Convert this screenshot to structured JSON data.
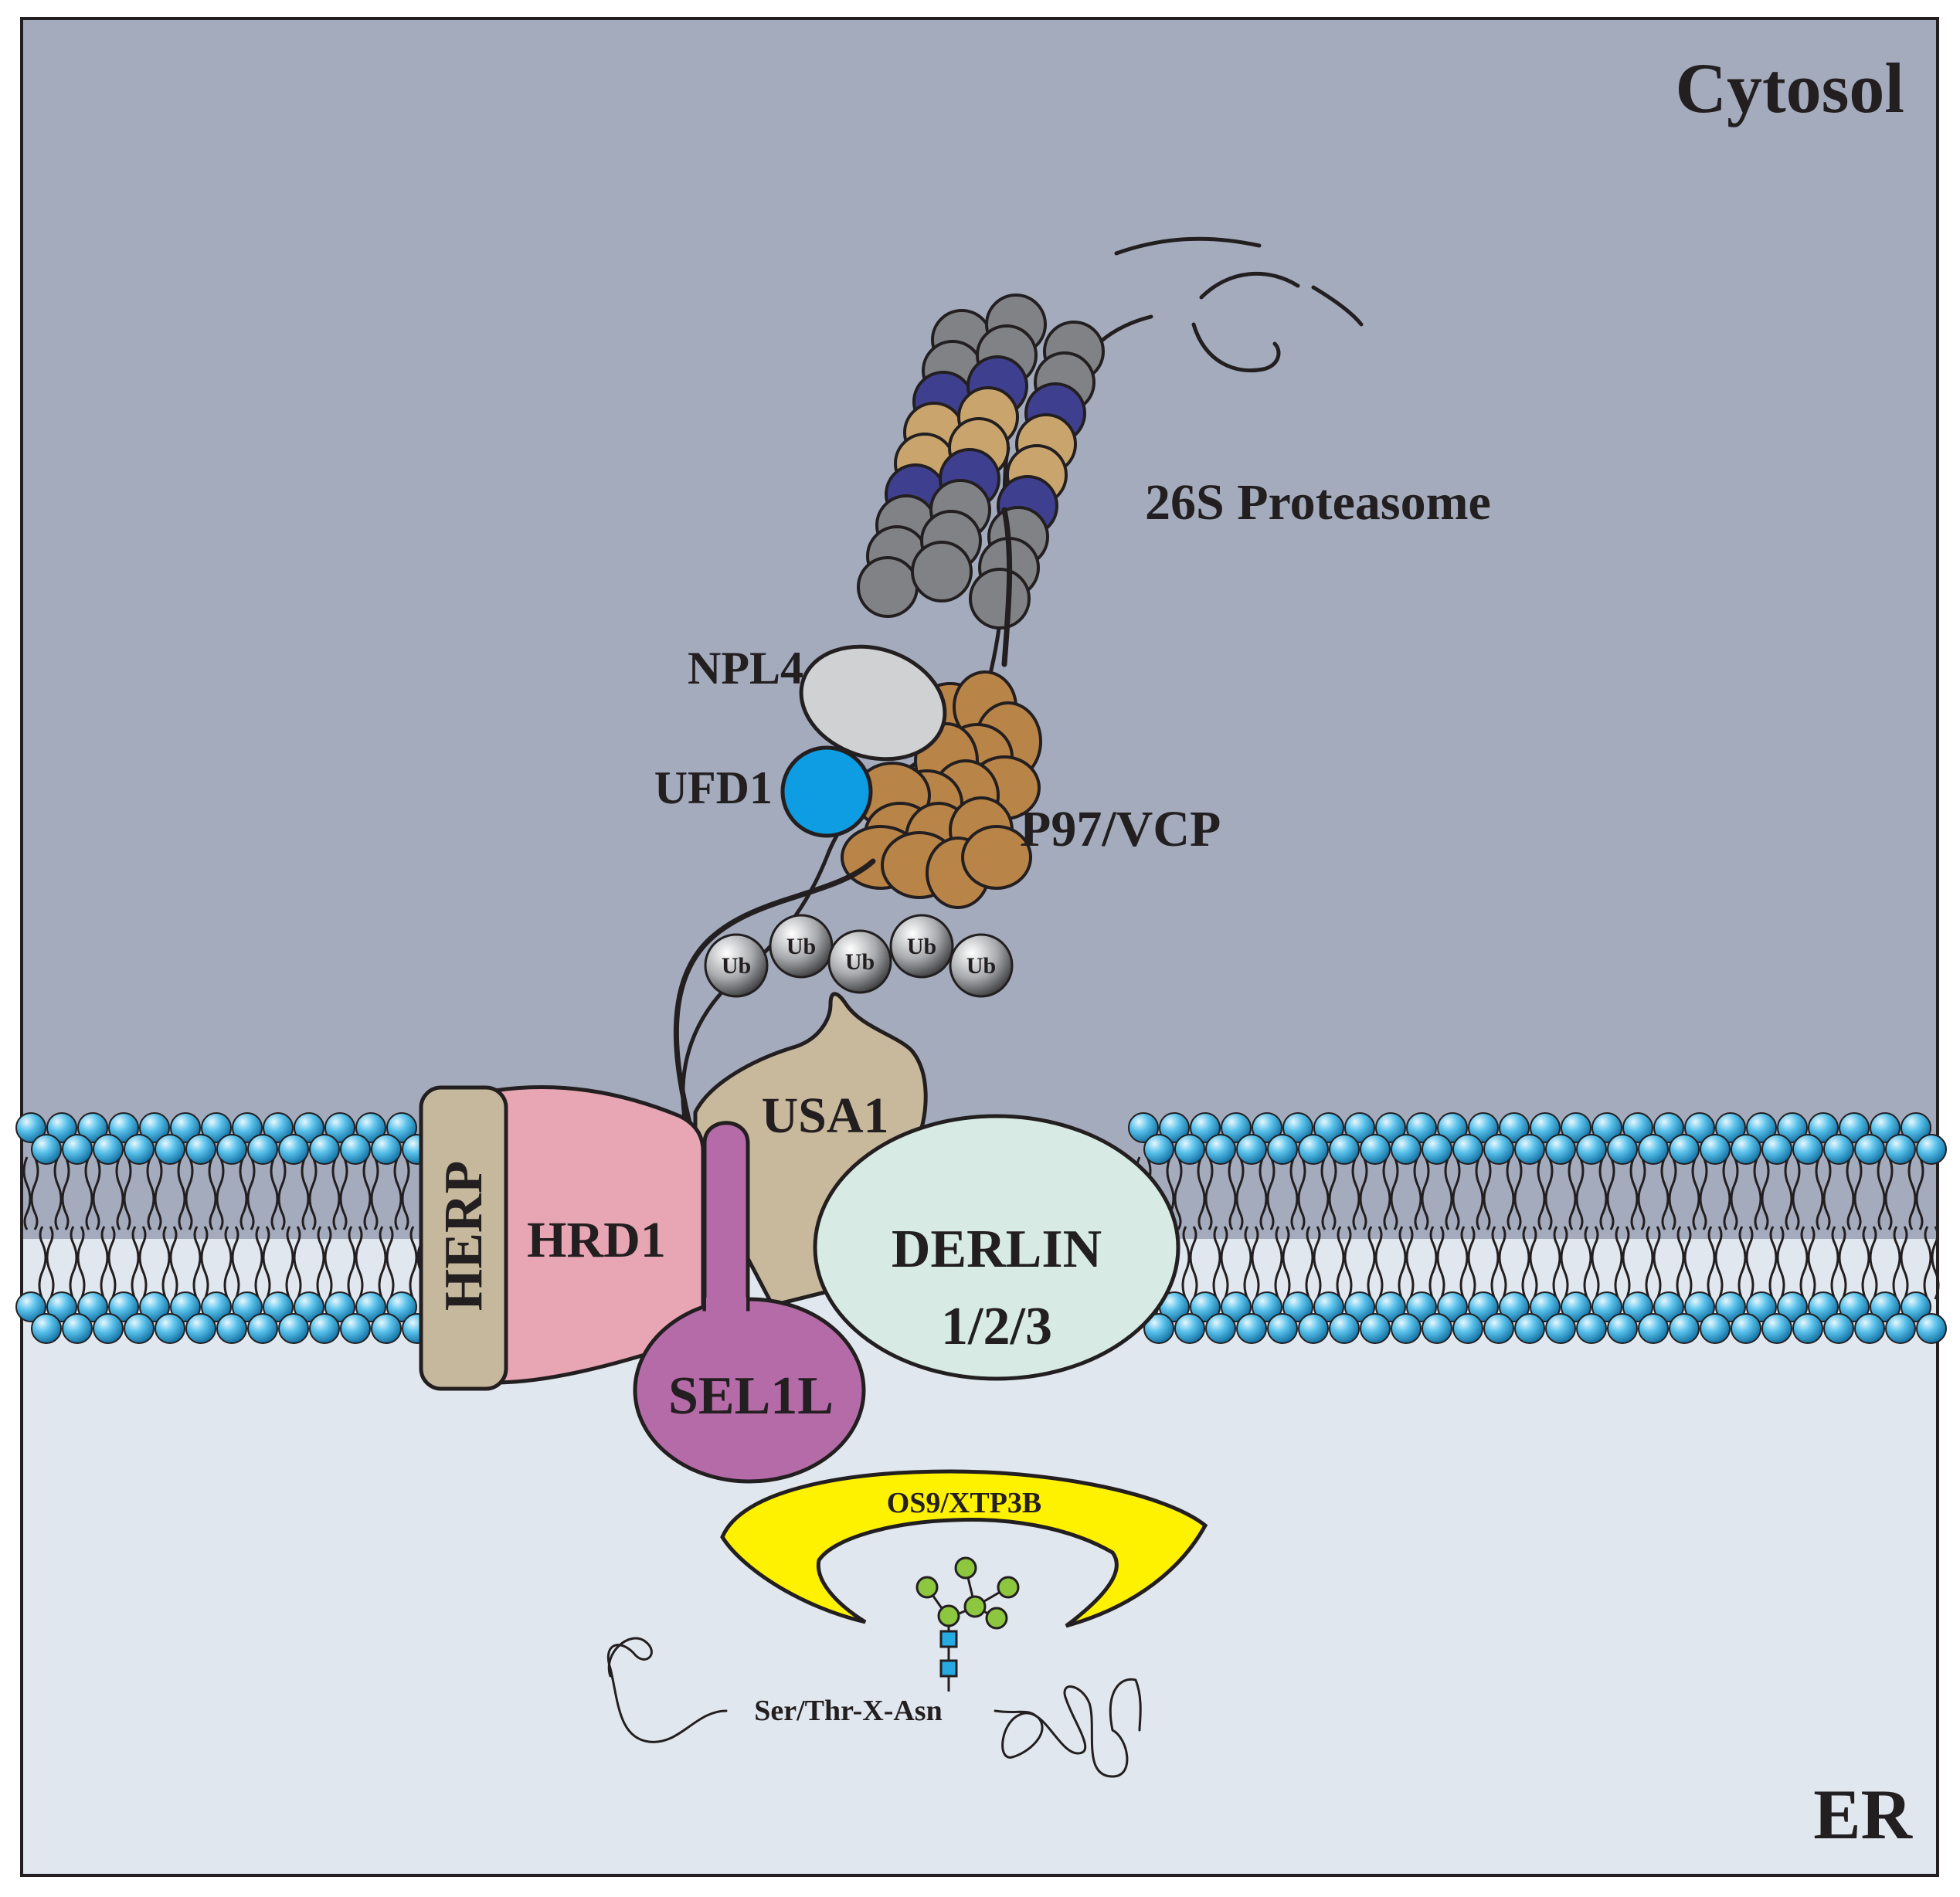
{
  "regions": {
    "cytosol": "Cytosol",
    "er": "ER"
  },
  "proteins": {
    "proteasome": "26S Proteasome",
    "npl4": "NPL4",
    "ufd1": "UFD1",
    "p97": "P97/VCP",
    "usa1": "USA1",
    "herp": "HERP",
    "hrd1": "HRD1",
    "derlin_line1": "DERLIN",
    "derlin_line2": "1/2/3",
    "sel1l": "SEL1L",
    "os9": "OS9/XTP3B",
    "ubiquitin": [
      "Ub",
      "Ub",
      "Ub",
      "Ub",
      "Ub"
    ]
  },
  "substrate": {
    "motif": "Ser/Thr-X-Asn"
  },
  "colors": {
    "cytosol": "#a3abbc",
    "er_lumen": "#e1e7ee",
    "lipid_head": "#29a8df",
    "herp": "#c6b89c",
    "hrd1": "#e8a6b4",
    "usa1": "#c8b99d",
    "sel1l": "#b56ba8",
    "derlin": "#d7ebe4",
    "os9": "#fff200",
    "ufd1": "#0e9de2",
    "npl4": "#cfd1d3",
    "p97": "#b98447",
    "proteasome_gray": "#808285",
    "proteasome_blue": "#3f3f8f",
    "proteasome_tan": "#c9a56d",
    "glycan_green": "#8dc63f",
    "glycan_blue": "#27aae1"
  }
}
